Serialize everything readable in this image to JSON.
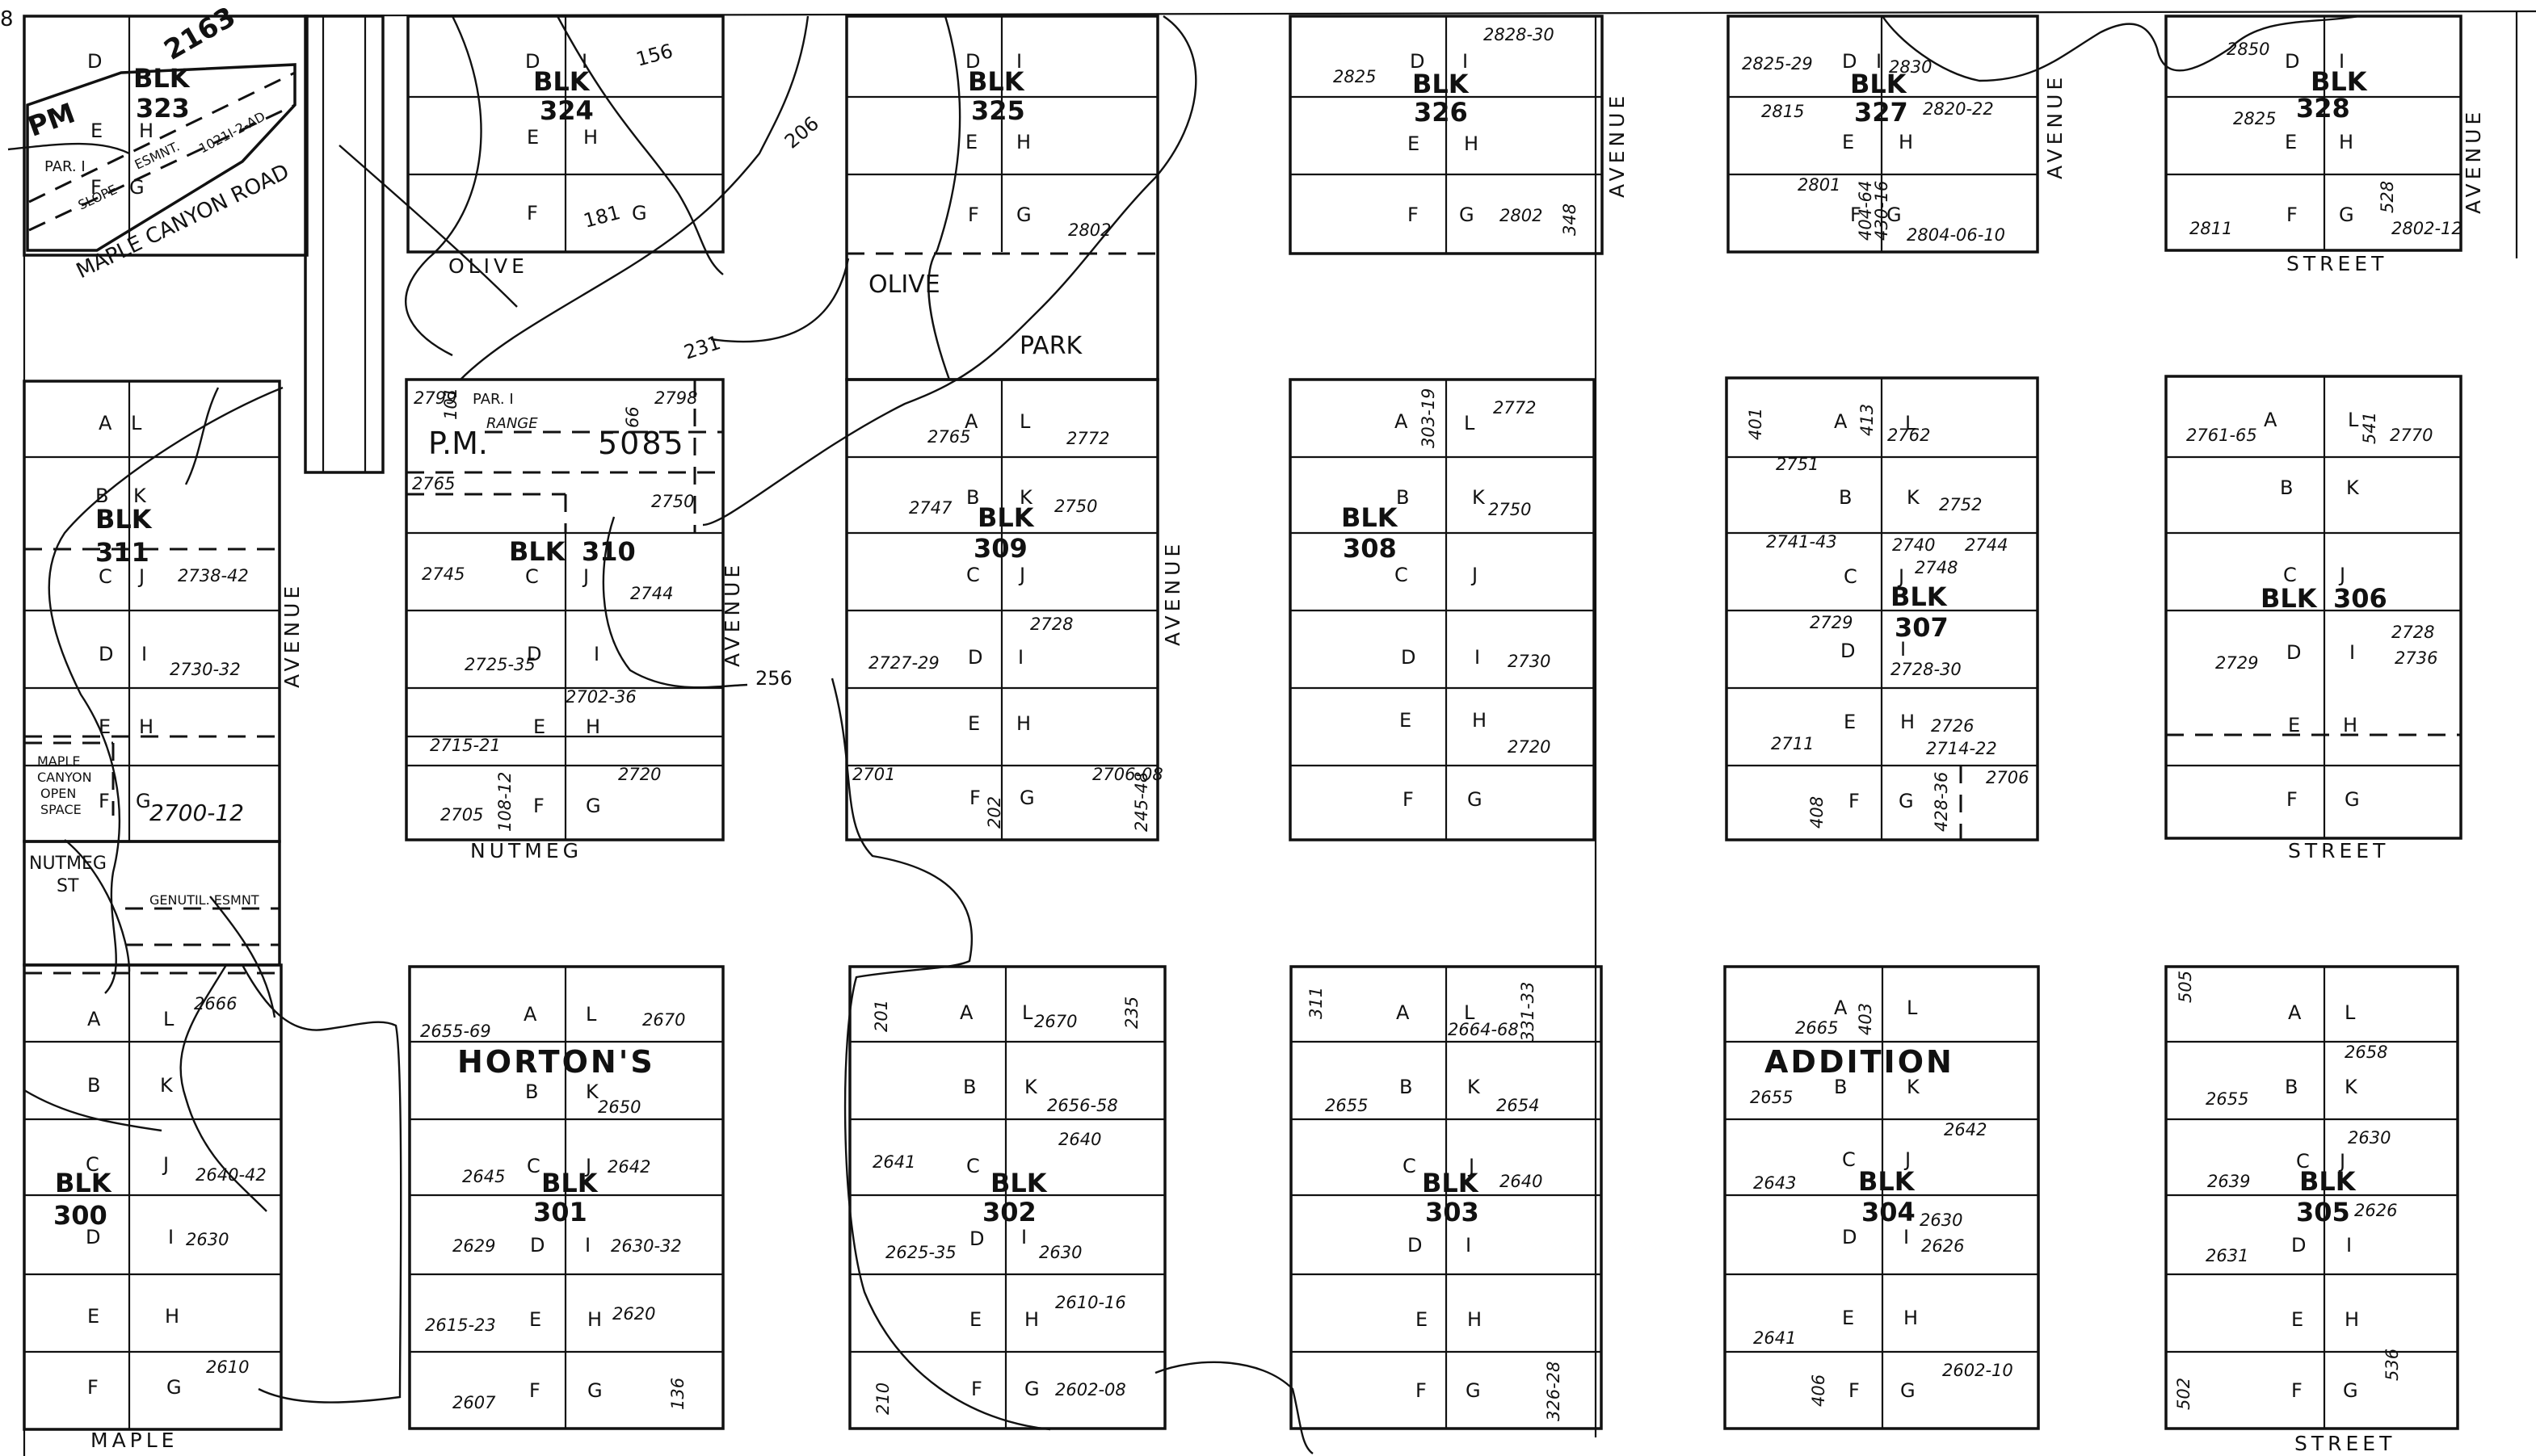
{
  "streets": {
    "olive": "OLIVE",
    "olive_park_1": "OLIVE",
    "olive_park_2": "PARK",
    "nutmeg": "NUTMEG",
    "nutmeg_st_1": "NUTMEG",
    "nutmeg_st_2": "ST",
    "maple": "MAPLE",
    "street": "STREET",
    "avenue": "AVENUE",
    "maple_canyon_road": "MAPLE CANYON ROAD"
  },
  "titles": {
    "hortons": "HORTON'S",
    "addition": "ADDITION",
    "pm": "P.M.",
    "pm_number": "5085",
    "par1": "PAR. I",
    "range": "RANGE",
    "pm_top": "PM",
    "par1_top": "PAR. I",
    "esmnt": "ESMNT.",
    "slope": "SLOPE",
    "road_code": "1021I-2-AD",
    "maple_open_1": "MAPLE",
    "maple_open_2": "CANYON",
    "maple_open_3": "OPEN",
    "maple_open_4": "SPACE",
    "genutil": "GENUTIL. ESMNT"
  },
  "contours": {
    "c156": "156",
    "c181": "181",
    "c206": "206",
    "c231": "231",
    "c256": "256",
    "c2163": "2163"
  },
  "lots": {
    "A": "A",
    "B": "B",
    "C": "C",
    "D": "D",
    "E": "E",
    "F": "F",
    "G": "G",
    "H": "H",
    "I": "I",
    "J": "J",
    "K": "K",
    "L": "L"
  },
  "blocks": {
    "blk": "BLK",
    "b300": "300",
    "b301": "301",
    "b302": "302",
    "b303": "303",
    "b304": "304",
    "b305": "305",
    "b306": "306",
    "b307": "307",
    "b308": "308",
    "b309": "309",
    "b310": "310",
    "b311": "311",
    "b323": "323",
    "b324": "324",
    "b325": "325",
    "b326": "326",
    "b327": "327",
    "b328": "328"
  },
  "addresses": {
    "a2828_30": "2828-30",
    "a2825": "2825",
    "a2802_blk326": "2802",
    "a348": "348",
    "a2825_29": "2825-29",
    "a2830": "2830",
    "a2815": "2815",
    "a2820_22": "2820-22",
    "a2801": "2801",
    "a404_64": "404-64",
    "a430_16": "430-16",
    "a2804_06_10": "2804-06-10",
    "a2850": "2850",
    "a2825b": "2825",
    "a2811": "2811",
    "a528": "528",
    "a2802_12": "2802-12",
    "a2802_blk325": "2802",
    "a2799": "2799",
    "a2798": "2798",
    "a101": "101",
    "a66": "66",
    "a2765_pm": "2765",
    "a2750_310": "2750",
    "a2745": "2745",
    "a2744_310": "2744",
    "a2725_35": "2725-35",
    "a2702_36": "2702-36",
    "a2715_21": "2715-21",
    "a2720_310": "2720",
    "a2705": "2705",
    "a108_12": "108-12",
    "a2738_42": "2738-42",
    "a2730_32": "2730-32",
    "a2700_12": "2700-12",
    "a2765": "2765",
    "a2772": "2772",
    "a2747": "2747",
    "a2750_309": "2750",
    "a2728_309": "2728",
    "a2727_29": "2727-29",
    "a2701": "2701",
    "a2706_08": "2706-08",
    "a202": "202",
    "a245_48": "245-48",
    "a303_19": "303-19",
    "a2772_308": "2772",
    "a2750_308": "2750",
    "a2730_308": "2730",
    "a2720_308": "2720",
    "a401": "401",
    "a413": "413",
    "a2762": "2762",
    "a2751": "2751",
    "a2752": "2752",
    "a2741_43": "2741-43",
    "a2740": "2740",
    "a2744": "2744",
    "a2748": "2748",
    "a2729": "2729",
    "a2728_30": "2728-30",
    "a2726": "2726",
    "a2711": "2711",
    "a2714_22": "2714-22",
    "a2706": "2706",
    "a408": "408",
    "a428_36": "428-36",
    "a2761_65": "2761-65",
    "a541": "541",
    "a2770": "2770",
    "a2728_306": "2728",
    "a2736": "2736",
    "a2729_306": "2729",
    "a2666": "2666",
    "a2640_42": "2640-42",
    "a2630_300": "2630",
    "a2610": "2610",
    "a2655_69": "2655-69",
    "a2670": "2670",
    "a2650": "2650",
    "a2645": "2645",
    "a2642": "2642",
    "a2629": "2629",
    "a2630_32": "2630-32",
    "a2615_23": "2615-23",
    "a2620": "2620",
    "a2607": "2607",
    "a136": "136",
    "a201": "201",
    "a2670_302": "2670",
    "a235": "235",
    "a2656_58": "2656-58",
    "a2640_302": "2640",
    "a2641": "2641",
    "a2625_35": "2625-35",
    "a2630_302": "2630",
    "a2610_16": "2610-16",
    "a210": "210",
    "a2602_08": "2602-08",
    "a311": "311",
    "a2664_68": "2664-68",
    "a331_33": "331-33",
    "a2655": "2655",
    "a2654": "2654",
    "a2640_303": "2640",
    "a326_28": "326-28",
    "a2665": "2665",
    "a403": "403",
    "a2655_304": "2655",
    "a2642_304": "2642",
    "a2643": "2643",
    "a2630_304": "2630",
    "a2626_304": "2626",
    "a2641_304": "2641",
    "a406": "406",
    "a2602_10": "2602-10",
    "a505": "505",
    "a2658": "2658",
    "a2655_305": "2655",
    "a2630_305": "2630",
    "a2639": "2639",
    "a2626_305": "2626",
    "a2631": "2631",
    "a502": "502",
    "a536": "536"
  },
  "misc": {
    "corner": "8"
  }
}
